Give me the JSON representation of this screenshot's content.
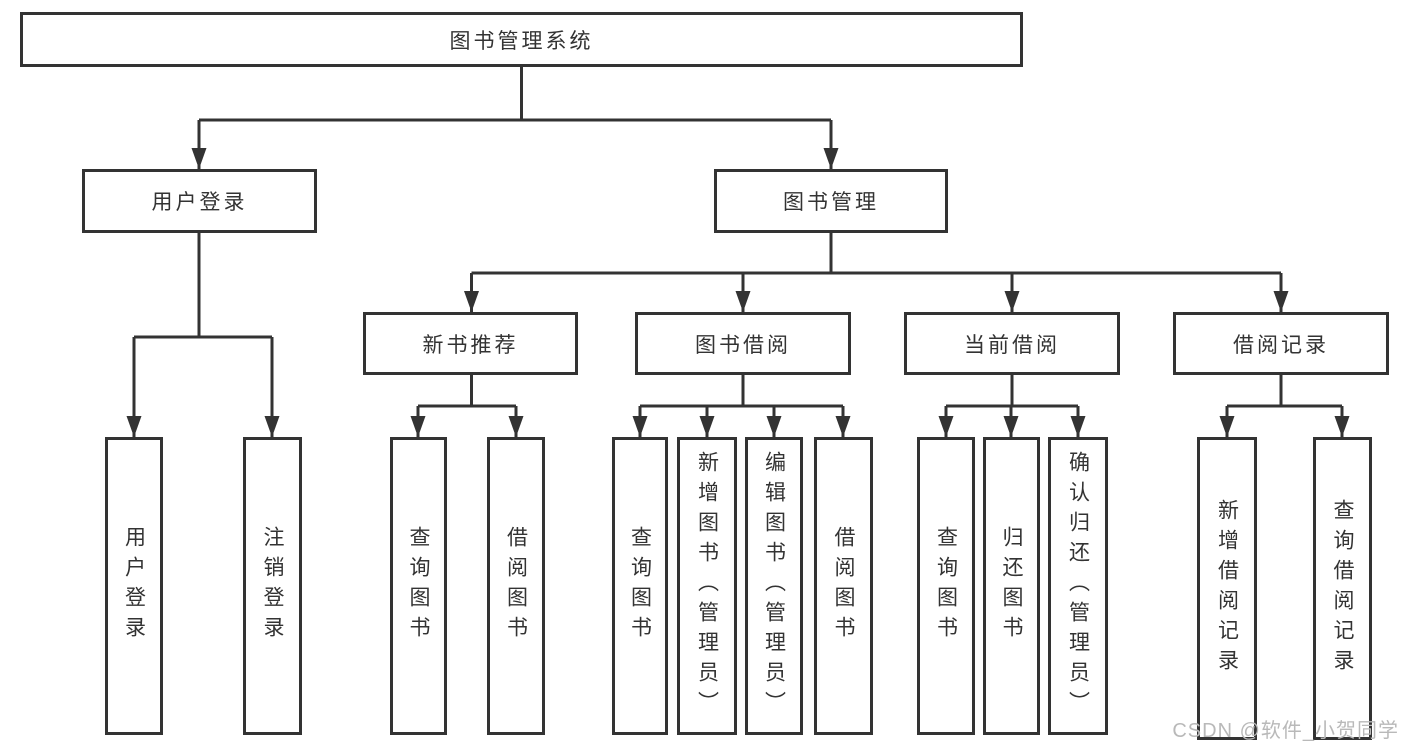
{
  "diagram": {
    "title": "图书管理系统",
    "watermark": "CSDN @软件_小贺同学",
    "colors": {
      "line": "#333333",
      "box_border": "#333333",
      "text": "#333333",
      "background": "#ffffff",
      "watermark_text": "#b9b9b9"
    },
    "level2": [
      {
        "label": "用户登录"
      },
      {
        "label": "图书管理"
      }
    ],
    "level3": [
      {
        "label": "新书推荐"
      },
      {
        "label": "图书借阅"
      },
      {
        "label": "当前借阅"
      },
      {
        "label": "借阅记录"
      }
    ],
    "leaves": {
      "user_login": [
        "用户登录",
        "注销登录"
      ],
      "new_book": [
        "查询图书",
        "借阅图书"
      ],
      "book_borrow": [
        "查询图书",
        "新增图书（管理员）",
        "编辑图书（管理员）",
        "借阅图书"
      ],
      "current_borrow": [
        "查询图书",
        "归还图书",
        "确认归还（管理员）"
      ],
      "borrow_records": [
        "新增借阅记录",
        "查询借阅记录"
      ]
    }
  }
}
